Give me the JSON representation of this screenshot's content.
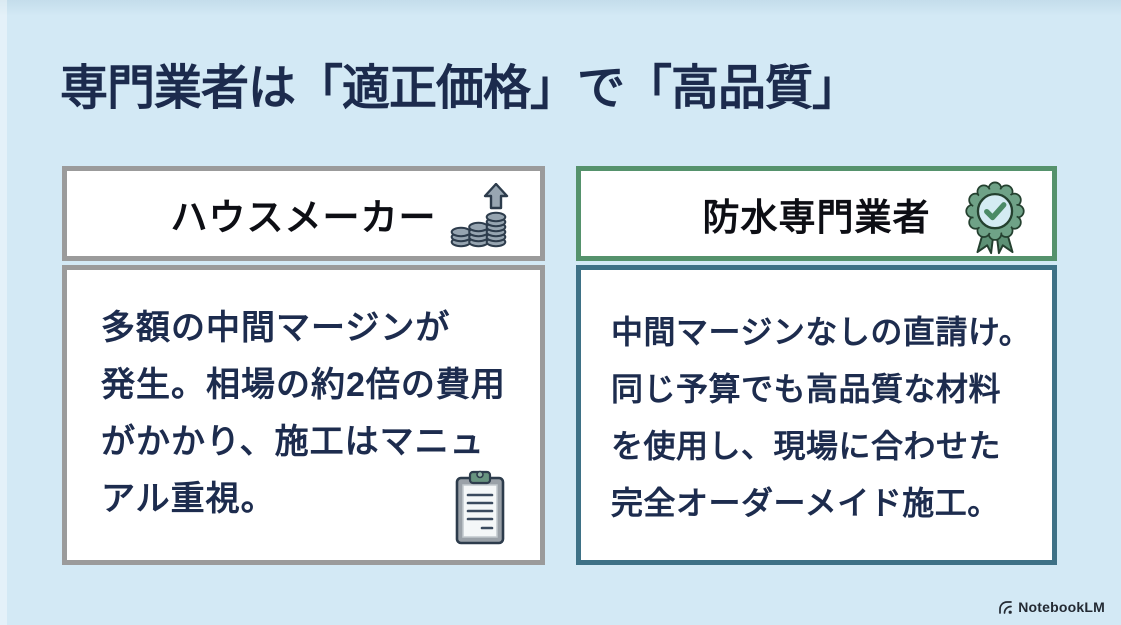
{
  "title": "専門業者は「適正価格」で「高品質」",
  "colors": {
    "background": "#d3e9f5",
    "title_text": "#1c2b4d",
    "body_text": "#1d2c4e",
    "left_card_border": "#9b9b9b",
    "right_header_border": "#55926c",
    "right_body_border": "#3e7186",
    "card_background": "#ffffff"
  },
  "left_card": {
    "header": {
      "label": "ハウスメーカー",
      "icon": "rising-coins-icon"
    },
    "body": {
      "lines": [
        "多額の中間マージンが",
        "発生。相場の約2倍の費用",
        "がかかり、施工はマニュ",
        "アル重視。"
      ],
      "icon": "clipboard-icon"
    }
  },
  "right_card": {
    "header": {
      "label": "防水専門業者",
      "icon": "award-badge-icon"
    },
    "body": {
      "lines": [
        "中間マージンなしの直請け。",
        "同じ予算でも高品質な材料",
        "を使用し、現場に合わせた",
        "完全オーダーメイド施工。"
      ]
    }
  },
  "footer": {
    "brand": "NotebookLM"
  }
}
